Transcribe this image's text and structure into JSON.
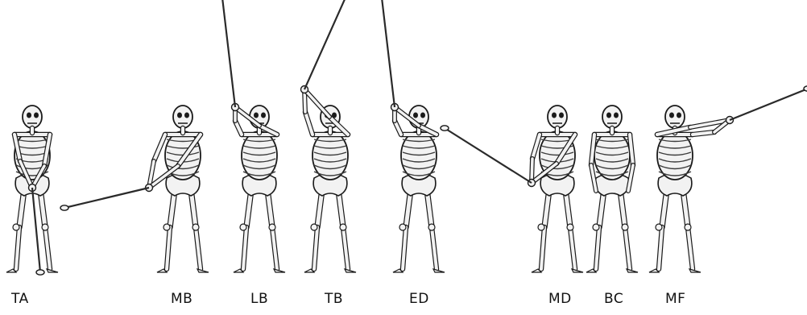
{
  "figure": {
    "phases": [
      {
        "label": "TA",
        "club": "address"
      },
      {
        "label": "MB",
        "club": "takeaway"
      },
      {
        "label": "LB",
        "club": "up"
      },
      {
        "label": "TB",
        "club": "top"
      },
      {
        "label": "ED",
        "club": "up"
      },
      {
        "label": "MD",
        "club": "down"
      },
      {
        "label": "BC",
        "club": "none"
      },
      {
        "label": "MF",
        "club": "follow"
      }
    ],
    "colors": {
      "bone": "#f2f2f2",
      "outline": "#1a1a1a",
      "shadow": "#3c3c3c",
      "club": "#2a2a2a",
      "label": "#111111"
    }
  }
}
